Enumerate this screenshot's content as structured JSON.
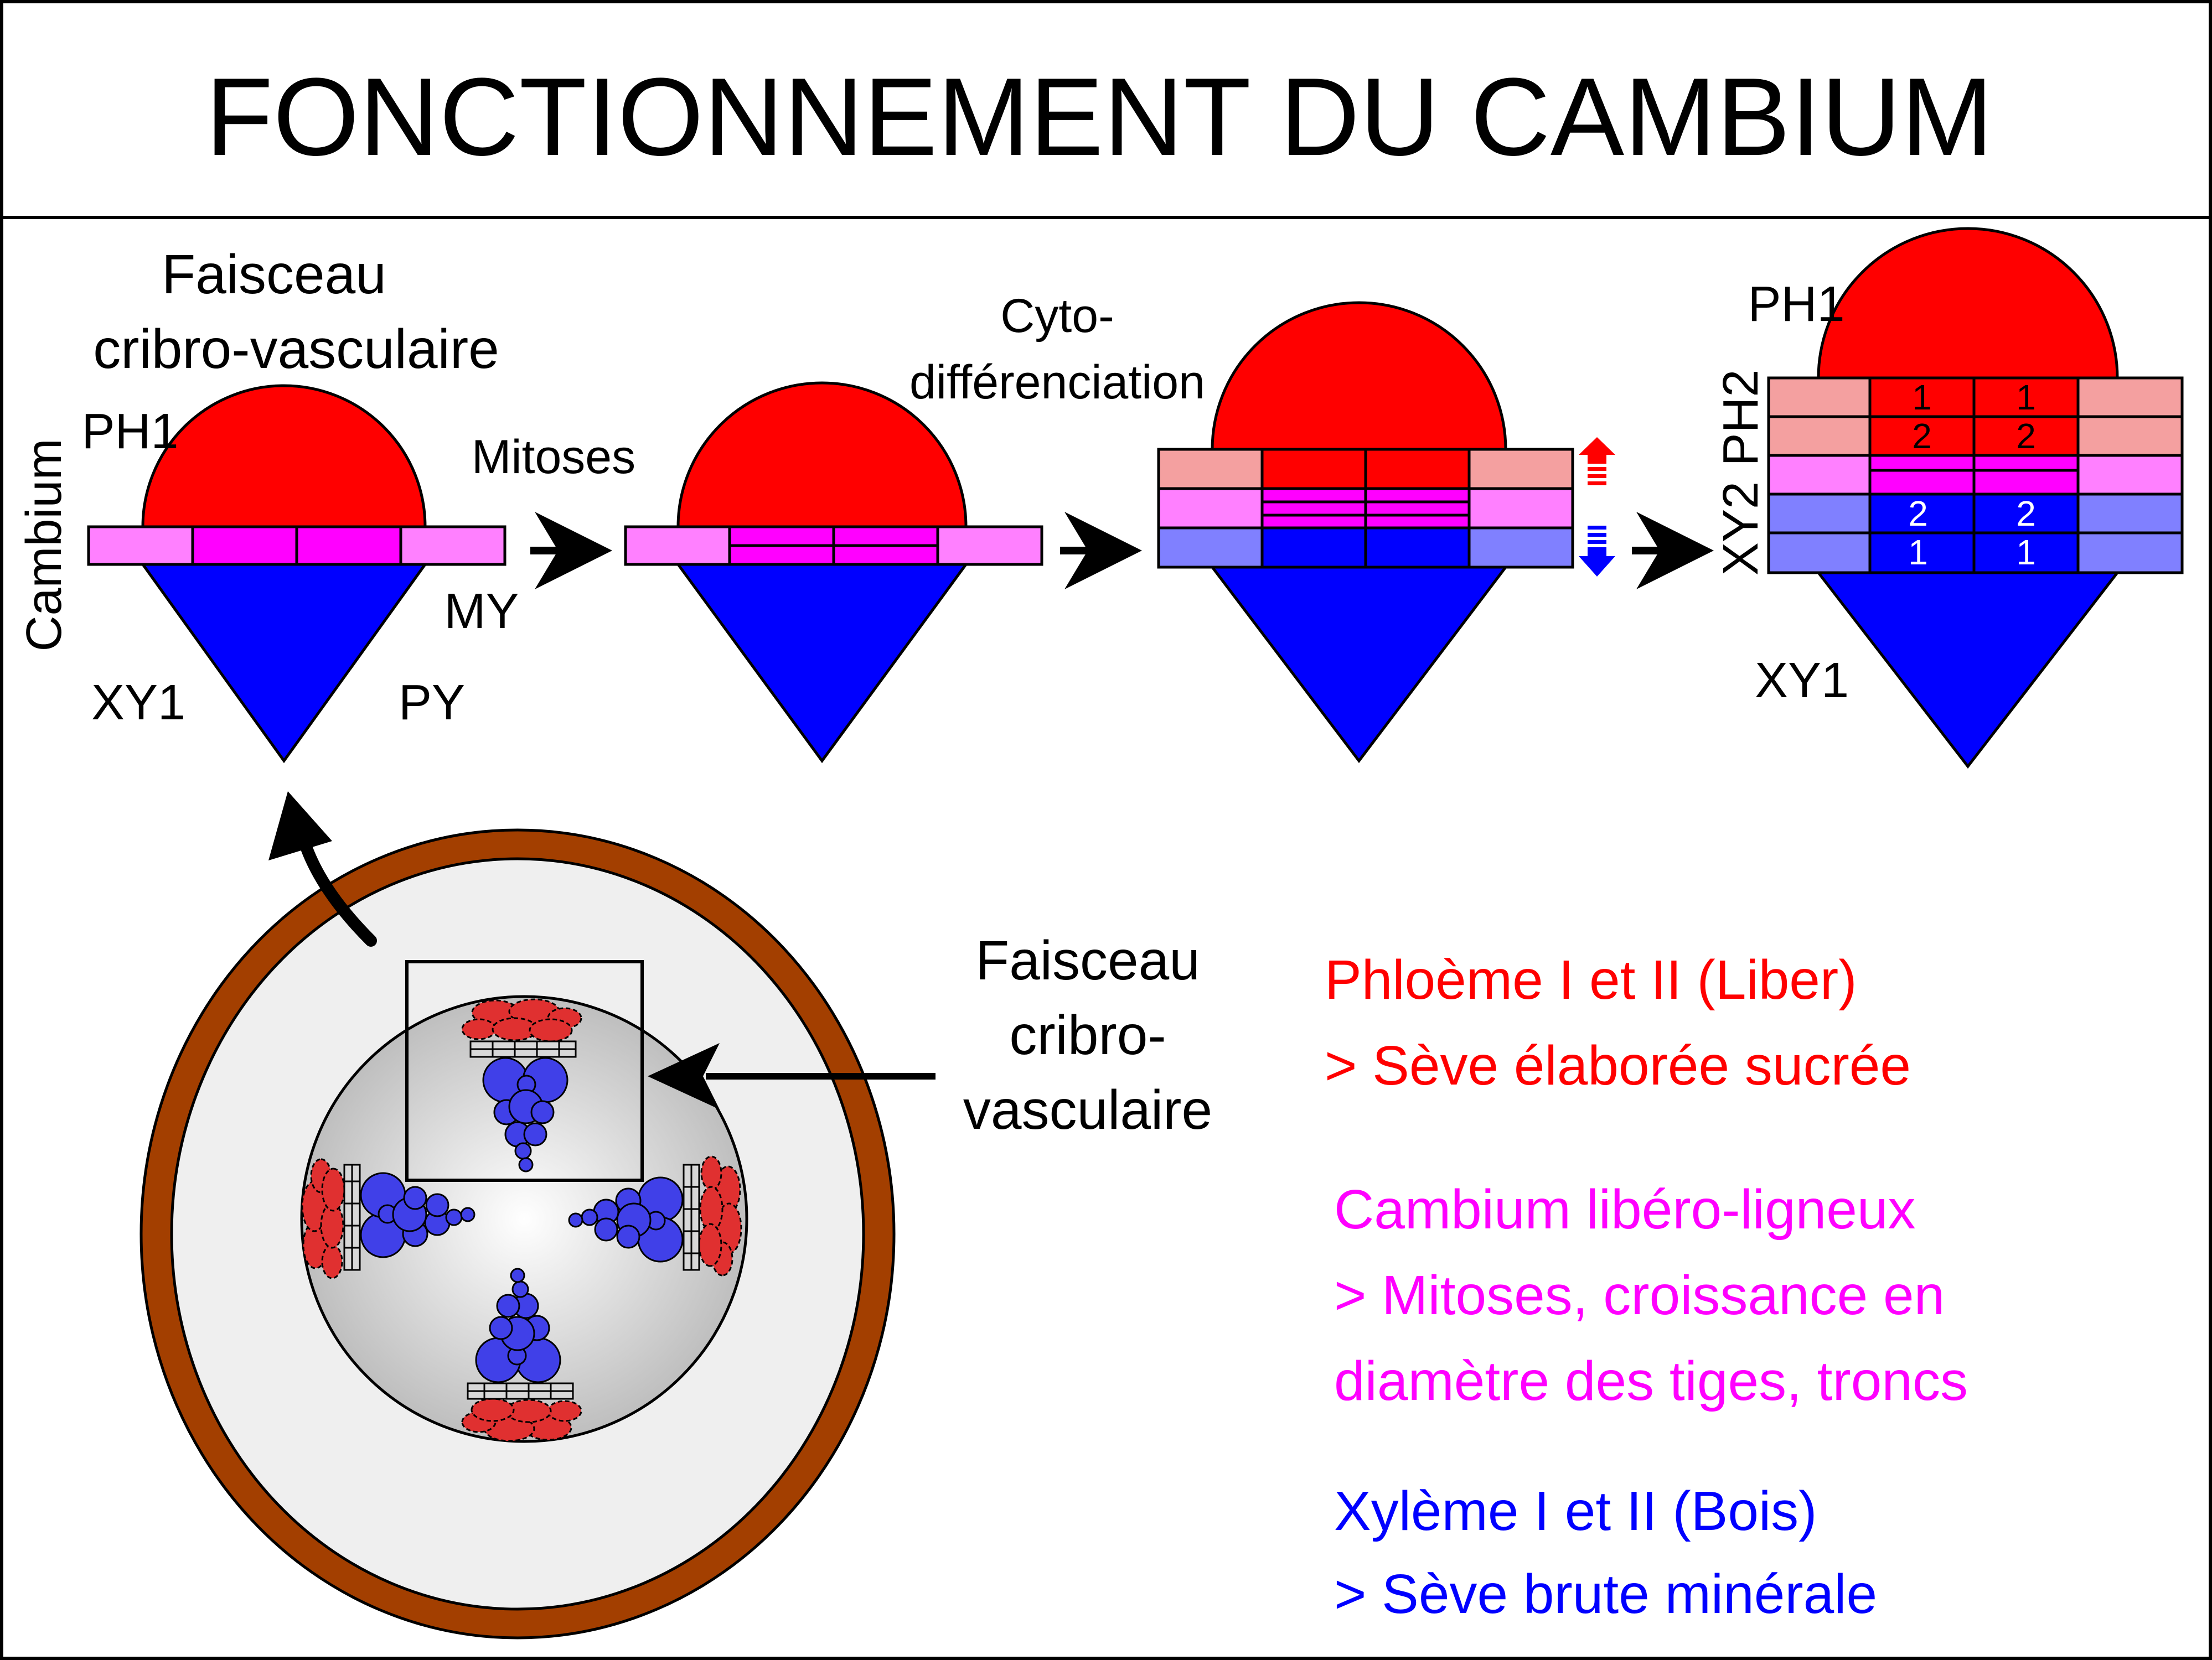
{
  "title": "FONCTIONNEMENT DU CAMBIUM",
  "stage1": {
    "heading_line1": "Faisceau",
    "heading_line2": "cribro-vasculaire",
    "ph1": "PH1",
    "cambium": "Cambium",
    "my": "MY",
    "xy1": "XY1",
    "py": "PY"
  },
  "steps": {
    "mitoses": "Mitoses",
    "cyto_line1": "Cyto-",
    "cyto_line2": "différenciation"
  },
  "stage4": {
    "ph1": "PH1",
    "ph2": "PH2",
    "xy2": "XY2",
    "xy1": "XY1",
    "cell_1": "1",
    "cell_2": "2"
  },
  "stem_label": {
    "line1": "Faisceau",
    "line2": "cribro-",
    "line3": "vasculaire"
  },
  "legend": {
    "phloem_title": "Phloème I et II (Liber)",
    "phloem_desc": "> Sève élaborée sucrée",
    "cambium_title": "Cambium libéro-ligneux",
    "cambium_desc1": "> Mitoses, croissance en",
    "cambium_desc2": "diamètre des tiges, troncs",
    "xylem_title": "Xylème I et II (Bois)",
    "xylem_desc": "> Sève brute minérale"
  },
  "colors": {
    "phloem": "#ff0000",
    "phloem_light": "#f4a0a0",
    "cambium": "#ff00ff",
    "cambium_light": "#ff80ff",
    "xylem": "#0000ff",
    "xylem_light": "#8080ff",
    "bark": "#a33f00",
    "cortex": "#efefef",
    "arrow": "#000000"
  }
}
